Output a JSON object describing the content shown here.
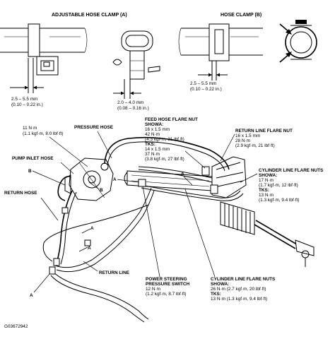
{
  "headers": {
    "clamp_a": "ADJUSTABLE HOSE CLAMP (A)",
    "clamp_b": "HOSE CLAMP (B)"
  },
  "clamp_dims": {
    "dim1": [
      "2.5 – 5.5 mm",
      "(0.10 – 0.22 in.)"
    ],
    "dim2": [
      "2.0 – 4.0 mm",
      "(0.08 – 0.16 in.)"
    ],
    "dim3": [
      "2.5 – 5.5 mm",
      "(0.10 – 0.22 in.)"
    ]
  },
  "callouts": {
    "torque_11": [
      "11 N·m",
      "(1.1 kgf·m, 8.0 lbf·ft)"
    ],
    "pressure_hose": "PRESSURE HOSE",
    "feed_hose": [
      "FEED HOSE FLARE NUT",
      "SHOWA:",
      "16 x 1.5 mm",
      "42 N·m",
      "(4.3 kgf·m, 31 lbf·ft)",
      "TKS:",
      "14 x 1.5 mm",
      "37 N·m",
      "(3.8 kgf·m, 27 lbf·ft)"
    ],
    "return_flare": [
      "RETURN LINE FLARE NUT",
      "16 x 1.5 mm",
      "28 N·m",
      "(2.9 kgf·m, 21 lbf·ft)"
    ],
    "pump_inlet": "PUMP INLET HOSE",
    "cyl_nuts_right": [
      "CYLINDER LINE FLARE NUTS",
      "SHOWA:",
      "17 N·m",
      "(1.7 kgf·m, 12 lbf·ft)",
      "TKS:",
      "13 N·m",
      "(1.3 kgf·m, 9.4 lbf·ft)"
    ],
    "return_hose": "RETURN HOSE",
    "return_line": "RETURN LINE",
    "ps_switch": [
      "POWER STEERING",
      "PRESSURE SWITCH",
      "12 N·m",
      "(1.2 kgf·m, 8.7 lbf·ft)"
    ],
    "cyl_nuts_bottom": [
      "CYLINDER LINE FLARE NUTS",
      "SHOWA:",
      "26 N·m (2.7 kgf·m, 20 lbf·ft)",
      "TKS:",
      "13 N·m (1.3 kgf·m, 9.4 lbf·ft)"
    ]
  },
  "markers": {
    "A": "A",
    "B": "B"
  },
  "figure_code": "G03672942"
}
